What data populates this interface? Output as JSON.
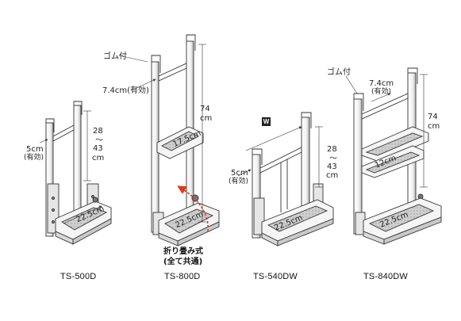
{
  "products": [
    {
      "model": "TS-500D",
      "width_label": "5cm",
      "width_note": "(有効)",
      "height_top": "28",
      "height_sep": "〜",
      "height_bottom": "43",
      "height_unit": "cm",
      "step_label": "22.5cm"
    },
    {
      "model": "TS-800D",
      "rubber_label": "ゴム付",
      "hook_label": "7.4cm(有効)",
      "height_value": "74",
      "height_unit": "cm",
      "mid_step_label": "17.5cm",
      "step_label": "22.5cm"
    },
    {
      "model": "TS-540DW",
      "badge": "W",
      "width_label": "5cm",
      "width_note": "(有効)",
      "height_top": "28",
      "height_sep": "〜",
      "height_bottom": "43",
      "height_unit": "cm",
      "step_label": "22.5cm"
    },
    {
      "model": "TS-840DW",
      "rubber_label": "ゴム付",
      "hook_label": "7.4cm",
      "hook_note": "(有効)",
      "height_value": "74",
      "height_unit": "cm",
      "mid_step_label": "12cm",
      "step_label": "22.5cm"
    }
  ],
  "fold_note": {
    "line1": "折り畳み式",
    "line2": "(全て共通)"
  },
  "colors": {
    "frame": "#ffffff",
    "stroke": "#333333",
    "shade": "#bdbdbd",
    "dark": "#8a8a8a",
    "arrow": "#e03a1e"
  }
}
